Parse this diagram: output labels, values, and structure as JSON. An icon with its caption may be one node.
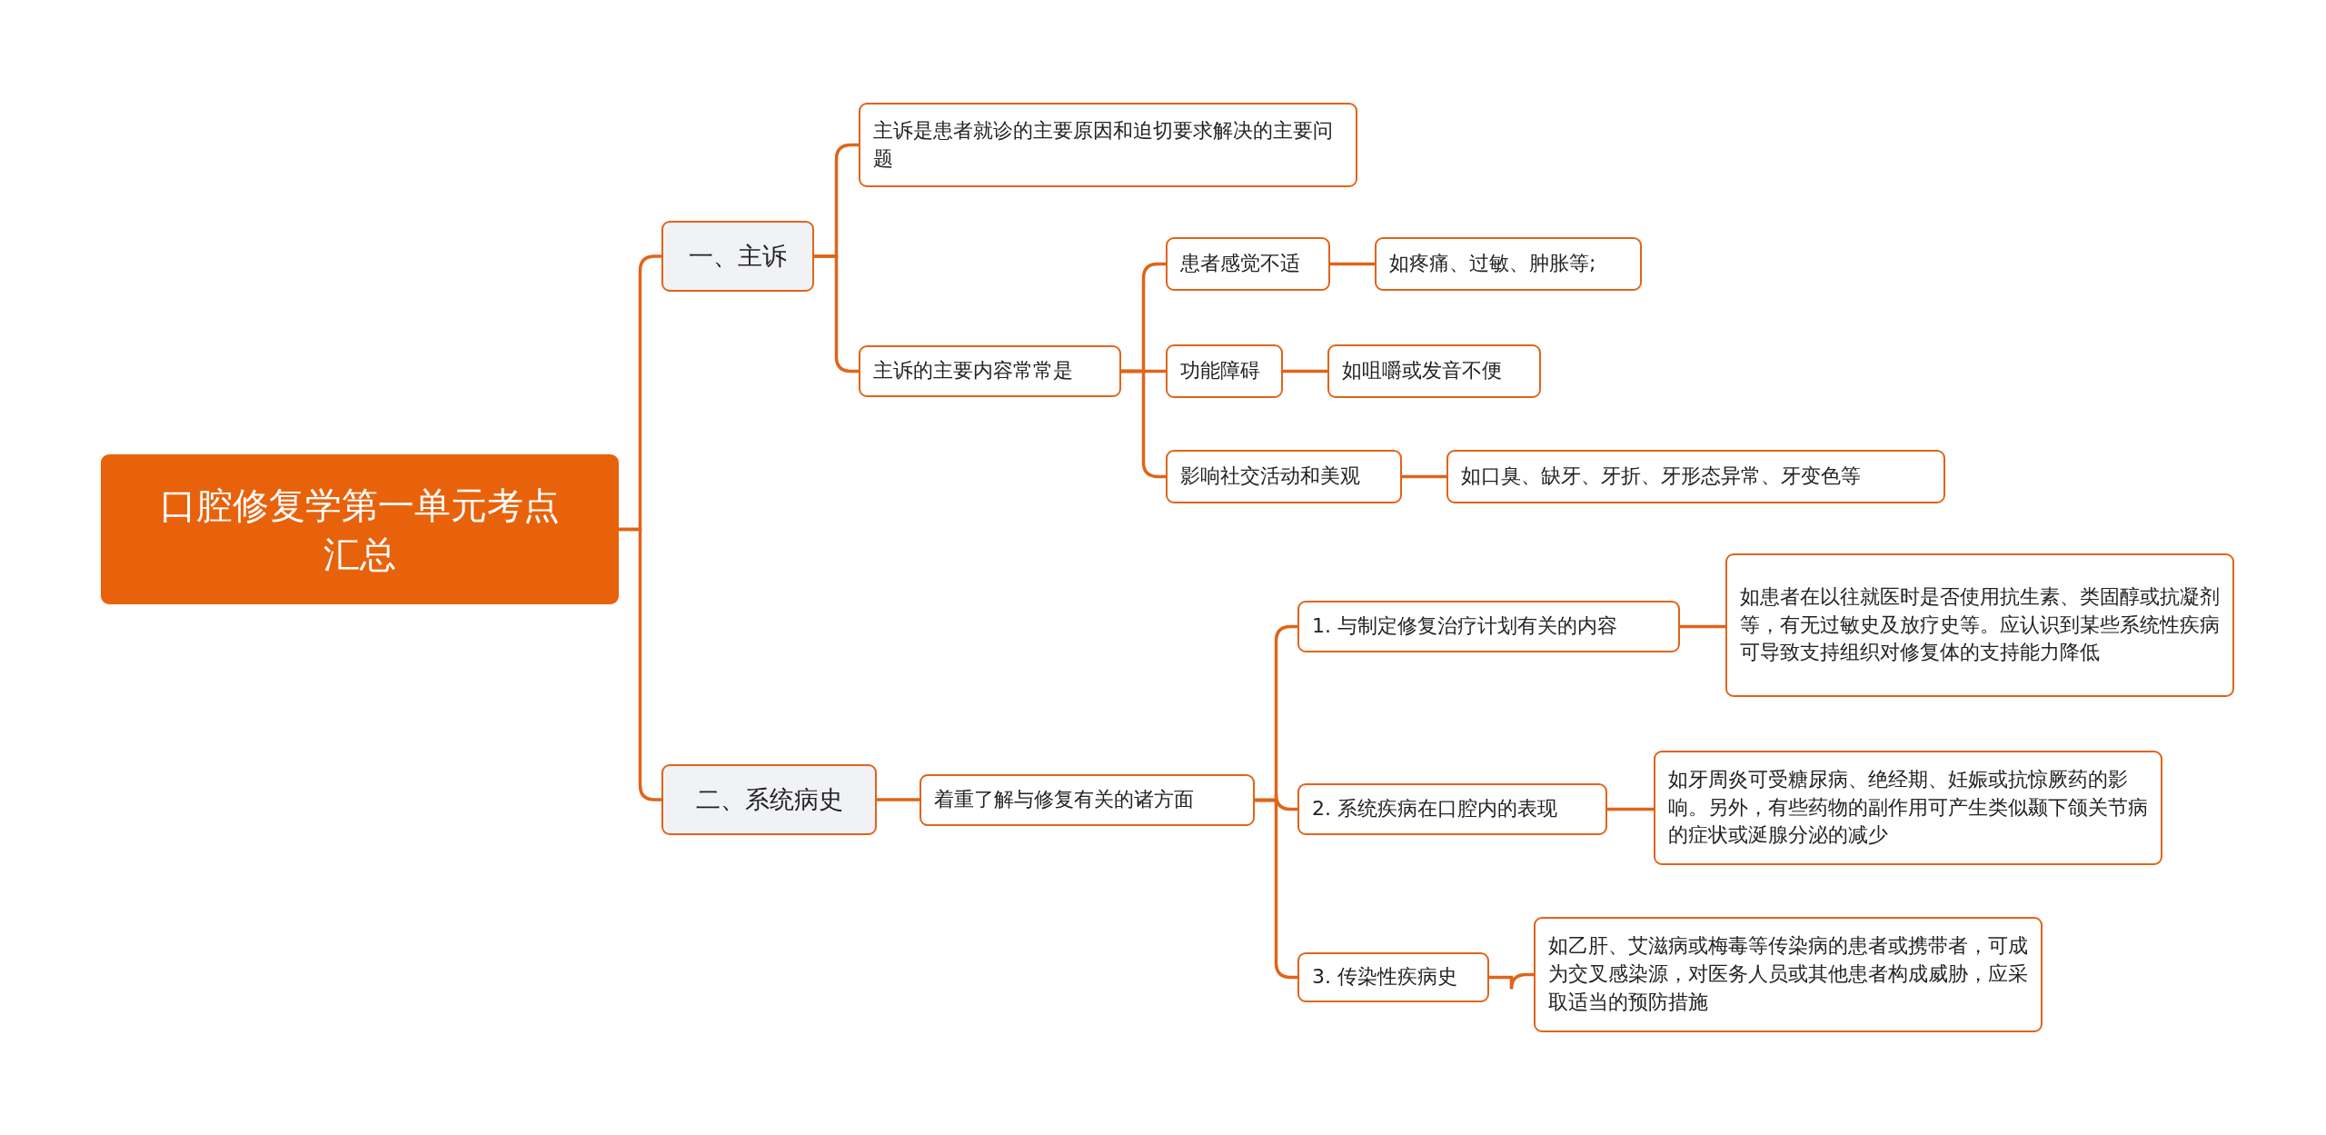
{
  "diagram": {
    "nodes": [
      {
        "text": [
          "口腔修复学第一单元考点汇总"
        ]
      },
      {
        "text": [
          "一、主诉"
        ]
      },
      {
        "text": [
          "主诉是患者就诊的主要原因和迫切要求解决的主要问题"
        ]
      },
      {
        "text": [
          "主诉的主要内容常常是"
        ]
      },
      {
        "text": [
          "患者感觉不适"
        ]
      },
      {
        "text": [
          "如疼痛、过敏、肿胀等;"
        ]
      },
      {
        "text": [
          "功能障碍"
        ]
      },
      {
        "text": [
          "如咀嚼或发音不便"
        ]
      },
      {
        "text": [
          "影响社交活动和美观"
        ]
      },
      {
        "text": [
          "如口臭、缺牙、牙折、牙形态异常、牙变色等"
        ]
      },
      {
        "text": [
          "二、系统病史"
        ]
      },
      {
        "text": [
          "着重了解与修复有关的诸方面"
        ]
      },
      {
        "text": [
          "1. 与制定修复治疗计划有关的内容"
        ]
      },
      {
        "text": [
          "如患者在以往就医时是否使用抗生素、类固醇或抗凝剂等，有无过敏史及放疗史等。应认识到某些系统性疾病可导致支持组织对修复体的支持能力降低"
        ]
      },
      {
        "text": [
          "2. 系统疾病在口腔内的表现"
        ]
      },
      {
        "text": [
          "如牙周炎可受糖尿病、绝经期、妊娠或抗惊厥药的影响。另外，有些药物的副作用可产生类似颞下颌关节病的症状或涎腺分泌的减少"
        ]
      },
      {
        "text": [
          "3. 传染性疾病史"
        ]
      },
      {
        "text": [
          "如乙肝、艾滋病或梅毒等传染病的患者或携带者，可成为交叉感染源，对医务人员或其他患者构成威胁，应采取适当的预防措施"
        ]
      }
    ],
    "edges": [
      {
        "from": 0,
        "to": 1,
        "arrow": "none"
      },
      {
        "from": 0,
        "to": 10,
        "arrow": "none"
      },
      {
        "from": 1,
        "to": 2,
        "arrow": "none"
      },
      {
        "from": 1,
        "to": 3,
        "arrow": "none"
      },
      {
        "from": 3,
        "to": 4,
        "arrow": "none"
      },
      {
        "from": 3,
        "to": 6,
        "arrow": "none"
      },
      {
        "from": 3,
        "to": 8,
        "arrow": "none"
      },
      {
        "from": 4,
        "to": 5,
        "arrow": "none"
      },
      {
        "from": 6,
        "to": 7,
        "arrow": "none"
      },
      {
        "from": 8,
        "to": 9,
        "arrow": "none"
      },
      {
        "from": 10,
        "to": 11,
        "arrow": "none"
      },
      {
        "from": 11,
        "to": 12,
        "arrow": "none"
      },
      {
        "from": 11,
        "to": 14,
        "arrow": "none"
      },
      {
        "from": 11,
        "to": 16,
        "arrow": "none"
      },
      {
        "from": 12,
        "to": 13,
        "arrow": "none"
      },
      {
        "from": 14,
        "to": 15,
        "arrow": "none"
      },
      {
        "from": 16,
        "to": 17,
        "arrow": "none"
      }
    ]
  }
}
